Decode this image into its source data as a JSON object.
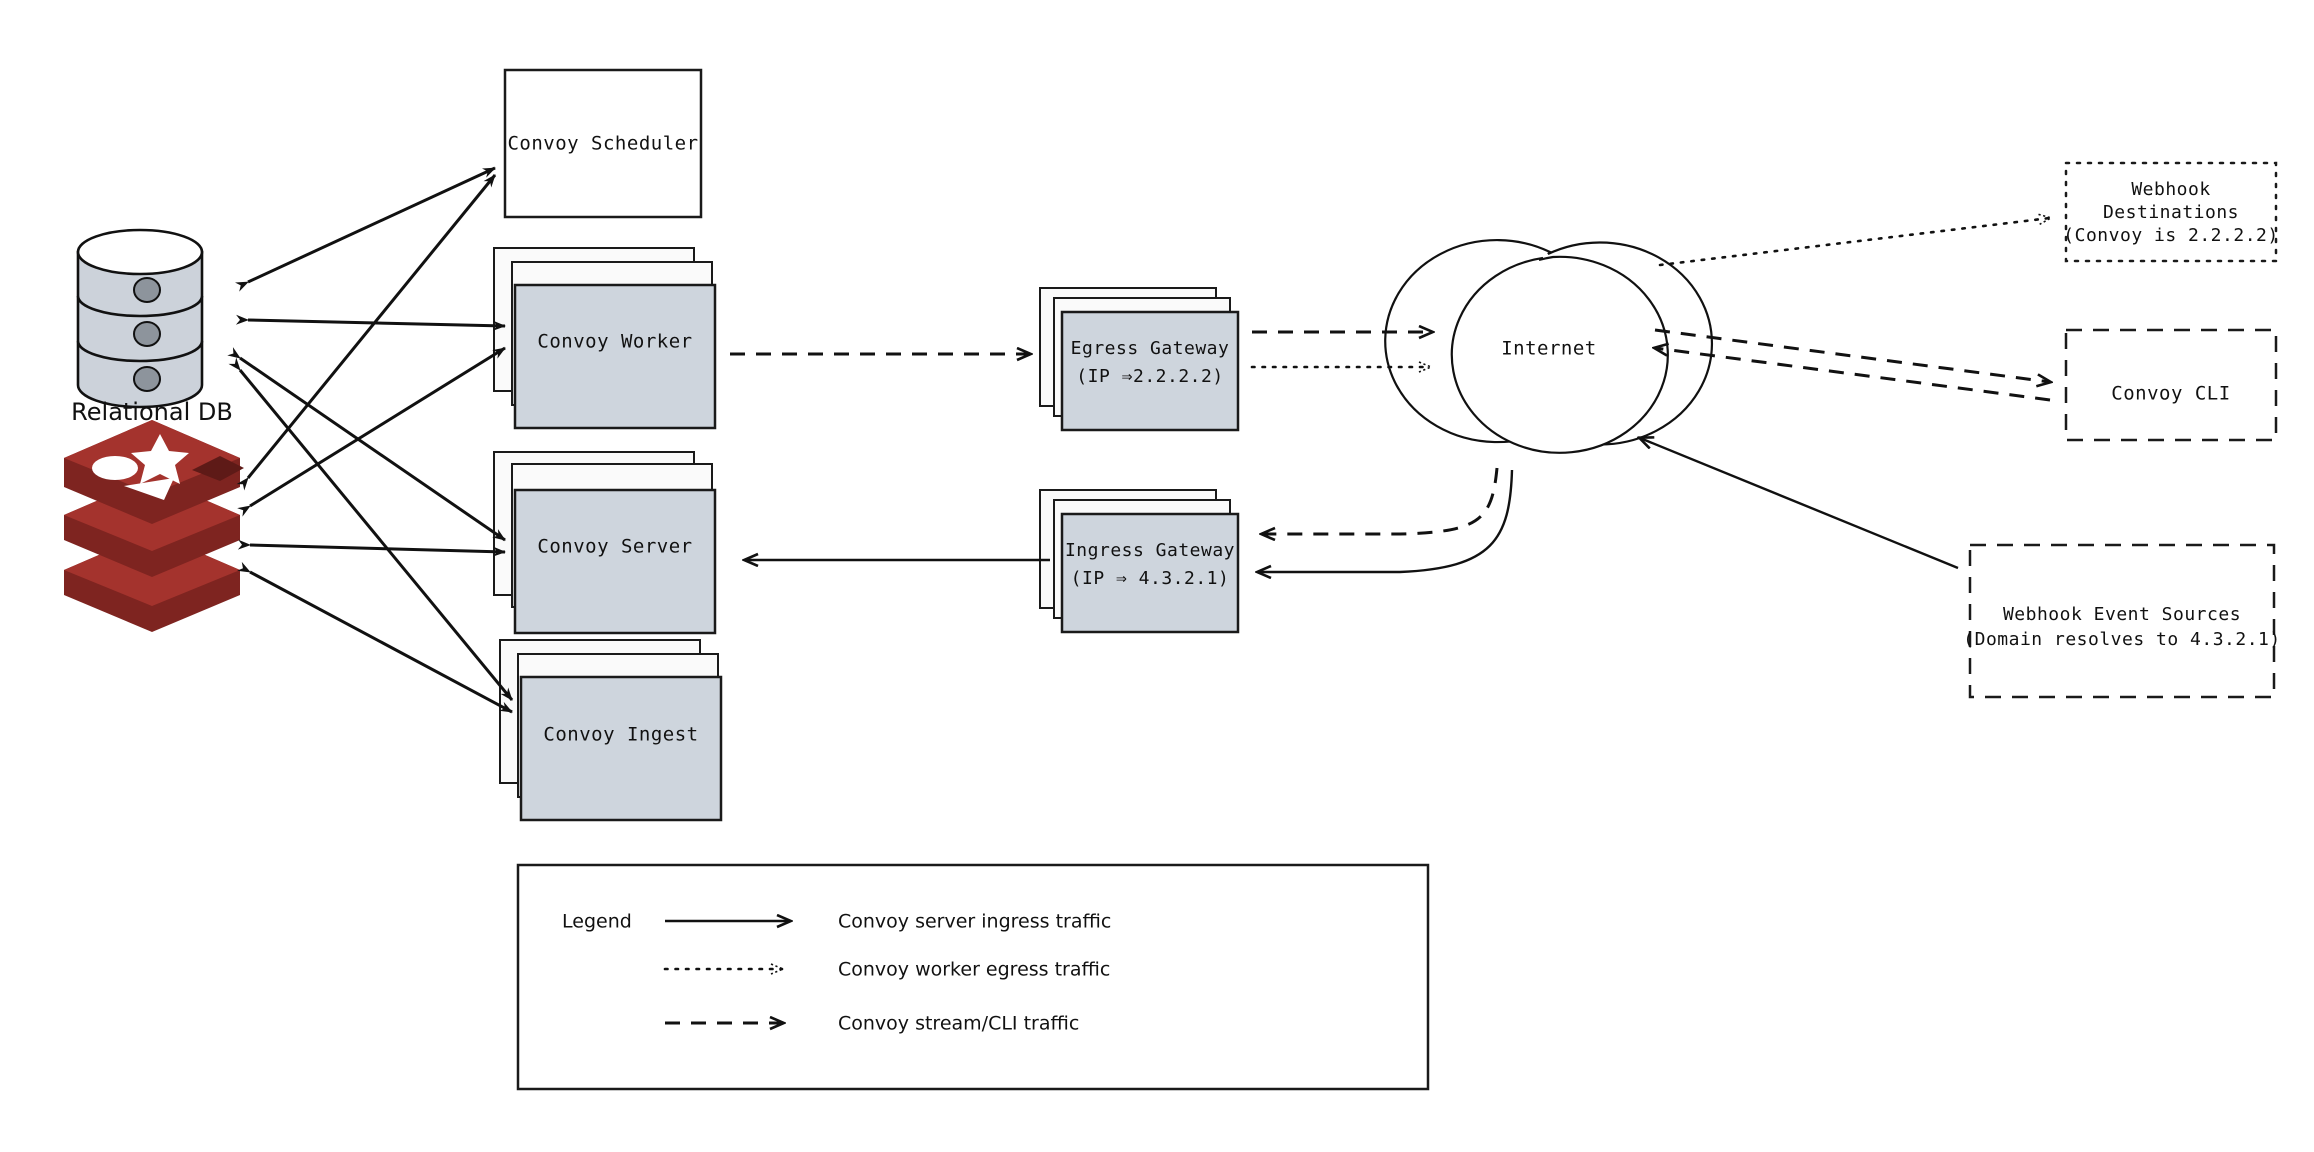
{
  "diagram": {
    "title": "Convoy architecture / traffic flow diagram",
    "colors": {
      "node_fill": "#ced5dd",
      "stroke": "#1a1a1a",
      "redis_red": "#a4332d",
      "redis_red_dark": "#7e2420",
      "db_fill": "#ccd2da",
      "canvas": "#ffffff"
    }
  },
  "datastores": [
    {
      "id": "relational-db",
      "label": "Relational DB",
      "icon": "database-cylinder-icon"
    },
    {
      "id": "redis",
      "label": "",
      "icon": "redis-stack-icon"
    }
  ],
  "services": [
    {
      "id": "convoy-scheduler",
      "label": "Convoy Scheduler",
      "style": "plain"
    },
    {
      "id": "convoy-worker",
      "label": "Convoy Worker",
      "style": "stack"
    },
    {
      "id": "convoy-server",
      "label": "Convoy Server",
      "style": "stack"
    },
    {
      "id": "convoy-ingest",
      "label": "Convoy Ingest",
      "style": "stack"
    }
  ],
  "gateways": [
    {
      "id": "egress-gateway",
      "line1": "Egress Gateway",
      "line2": "(IP ⇒2.2.2.2)",
      "style": "stack"
    },
    {
      "id": "ingress-gateway",
      "line1": "Ingress Gateway",
      "line2": "(IP ⇒ 4.3.2.1)",
      "style": "stack"
    }
  ],
  "cloud": {
    "id": "internet",
    "label": "Internet",
    "shape": "hand-drawn-circle"
  },
  "externals": [
    {
      "id": "webhook-destinations",
      "border": "dotted",
      "lines": [
        "Webhook",
        "Destinations",
        "(Convoy is 2.2.2.2)"
      ]
    },
    {
      "id": "convoy-cli",
      "border": "dashed",
      "lines": [
        "Convoy CLI"
      ]
    },
    {
      "id": "webhook-event-sources",
      "border": "dashed",
      "lines": [
        "Webhook Event Sources",
        "(Domain resolves to 4.3.2.1)"
      ]
    }
  ],
  "legend": {
    "title": "Legend",
    "items": [
      {
        "id": "legend-solid",
        "style": "solid",
        "label": "Convoy server ingress traffic"
      },
      {
        "id": "legend-dotted",
        "style": "dotted",
        "label": "Convoy worker egress traffic"
      },
      {
        "id": "legend-dashed",
        "style": "dashed",
        "label": "Convoy stream/CLI traffic"
      }
    ]
  },
  "edges": [
    {
      "from": "relational-db",
      "to": "convoy-scheduler",
      "style": "solid",
      "arrows": "both"
    },
    {
      "from": "relational-db",
      "to": "convoy-worker",
      "style": "solid",
      "arrows": "both"
    },
    {
      "from": "relational-db",
      "to": "convoy-server",
      "style": "solid",
      "arrows": "both"
    },
    {
      "from": "relational-db",
      "to": "convoy-ingest",
      "style": "solid",
      "arrows": "both"
    },
    {
      "from": "redis",
      "to": "convoy-scheduler",
      "style": "solid",
      "arrows": "both"
    },
    {
      "from": "redis",
      "to": "convoy-worker",
      "style": "solid",
      "arrows": "both"
    },
    {
      "from": "redis",
      "to": "convoy-server",
      "style": "solid",
      "arrows": "both"
    },
    {
      "from": "redis",
      "to": "convoy-ingest",
      "style": "solid",
      "arrows": "both"
    },
    {
      "from": "convoy-worker",
      "to": "egress-gateway",
      "style": "dashed",
      "arrows": "forward"
    },
    {
      "from": "egress-gateway",
      "to": "internet",
      "style": "dashed",
      "arrows": "forward"
    },
    {
      "from": "egress-gateway",
      "to": "internet",
      "style": "dotted",
      "arrows": "forward"
    },
    {
      "from": "internet",
      "to": "webhook-destinations",
      "style": "dotted",
      "arrows": "forward"
    },
    {
      "from": "internet",
      "to": "convoy-cli",
      "style": "dashed",
      "arrows": "both"
    },
    {
      "from": "internet",
      "to": "ingress-gateway",
      "style": "dashed",
      "arrows": "forward"
    },
    {
      "from": "internet",
      "to": "ingress-gateway",
      "style": "solid",
      "arrows": "forward"
    },
    {
      "from": "ingress-gateway",
      "to": "convoy-server",
      "style": "solid",
      "arrows": "forward"
    },
    {
      "from": "webhook-event-sources",
      "to": "internet",
      "style": "solid",
      "arrows": "forward"
    }
  ]
}
